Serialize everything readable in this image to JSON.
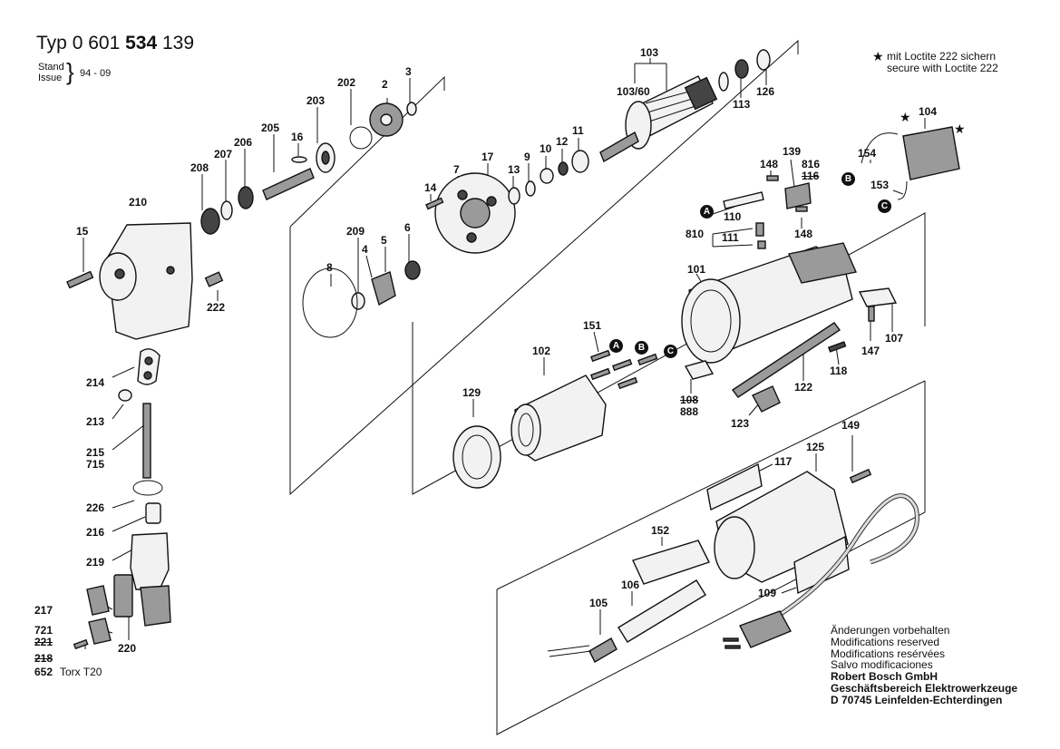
{
  "header": {
    "typ_prefix": "Typ",
    "typ_a": "0 601",
    "typ_b": "534",
    "typ_c": "139",
    "stand_label": "Stand",
    "issue_label": "Issue",
    "stand_value": "94 - 09"
  },
  "note": {
    "line1": "mit Loctite 222 sichern",
    "line2": "secure with Loctite 222"
  },
  "footer": {
    "line1": "Änderungen vorbehalten",
    "line2": "Modifications reserved",
    "line3": "Modifications resérvées",
    "line4": "Salvo modificaciones",
    "line5": "Robert Bosch GmbH",
    "line6": "Geschäftsbereich Elektrowerkzeuge",
    "line7": "D 70745 Leinfelden-Echterdingen"
  },
  "markers": {
    "a": "A",
    "b": "B",
    "c": "C"
  },
  "parts": {
    "p103": "103",
    "p103_60": "103/60",
    "p113": "113",
    "p126": "126",
    "p202": "202",
    "p2": "2",
    "p3": "3",
    "p203": "203",
    "p205": "205",
    "p16": "16",
    "p206": "206",
    "p207": "207",
    "p208": "208",
    "p210": "210",
    "p15": "15",
    "p222": "222",
    "p214": "214",
    "p213": "213",
    "p215": "215",
    "p715": "715",
    "p226": "226",
    "p216": "216",
    "p219": "219",
    "p217": "217",
    "p721": "721",
    "p221": "221",
    "p218": "218",
    "p652": "652",
    "torx": "Torx T20",
    "p220": "220",
    "p17": "17",
    "p7": "7",
    "p13": "13",
    "p9": "9",
    "p10": "10",
    "p12": "12",
    "p11": "11",
    "p14": "14",
    "p6": "6",
    "p209": "209",
    "p4": "4",
    "p5": "5",
    "p8": "8",
    "p148a": "148",
    "p139": "139",
    "p816": "816",
    "p116": "116",
    "p110": "110",
    "p810": "810",
    "p111": "111",
    "p148b": "148",
    "p104": "104",
    "p154": "154",
    "p153": "153",
    "p101": "101",
    "p151": "151",
    "p102": "102",
    "p129": "129",
    "p108": "108",
    "p888": "888",
    "p107": "107",
    "p147": "147",
    "p118": "118",
    "p122": "122",
    "p123": "123",
    "p149": "149",
    "p125": "125",
    "p117": "117",
    "p152": "152",
    "p106": "106",
    "p105": "105",
    "p109": "109"
  }
}
